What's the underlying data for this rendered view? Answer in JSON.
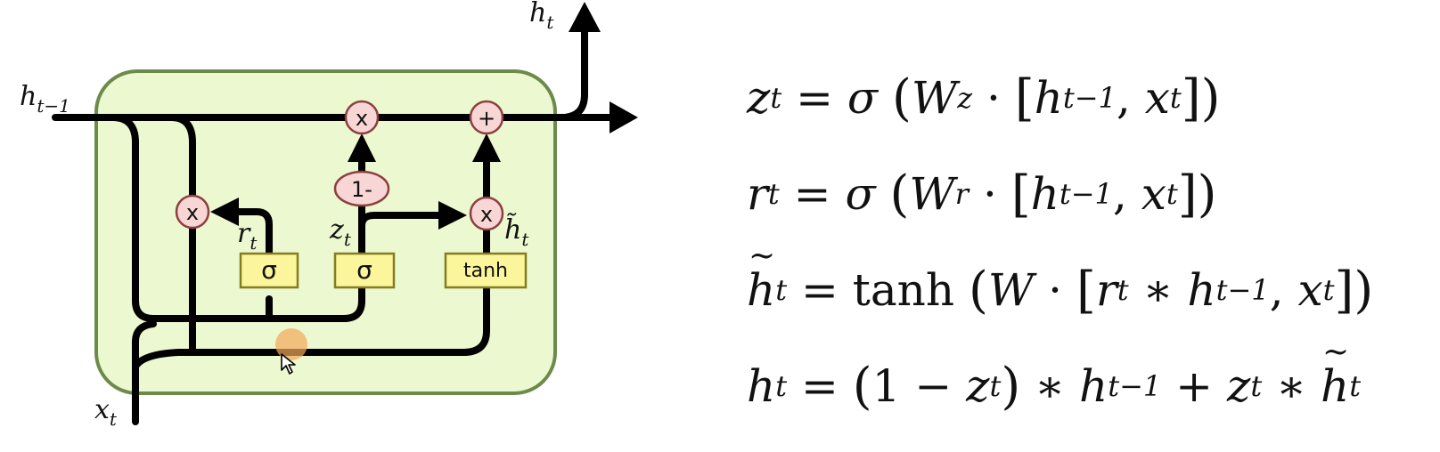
{
  "diagram": {
    "labels": {
      "h_prev": {
        "base": "h",
        "sub": "t−1"
      },
      "h_out": {
        "base": "h",
        "sub": "t"
      },
      "x_in": {
        "base": "x",
        "sub": "t"
      },
      "r": {
        "base": "r",
        "sub": "t"
      },
      "z": {
        "base": "z",
        "sub": "t"
      },
      "h_tilde": {
        "base": "h̃",
        "sub": "t"
      }
    },
    "gates": {
      "sigma_r": "σ",
      "sigma_z": "σ",
      "tanh": "tanh"
    },
    "ops": {
      "mult_reset": "x",
      "mult_top": "x",
      "plus_top": "+",
      "mult_cand": "x",
      "one_minus": "1-"
    },
    "colors": {
      "cell_fill": "#ecf8cf",
      "cell_border": "#6c8a4a",
      "gate_fill": "#fbf59b",
      "gate_border": "#847d20",
      "op_fill": "#f9d6d6",
      "op_border": "#8a4040",
      "line": "#000000",
      "cursor_highlight": "#f5a85a"
    }
  },
  "equations": {
    "z": {
      "lhs": "z",
      "lhs_sub": "t",
      "eq": "=",
      "fn": "σ",
      "lp": "(",
      "w": "W",
      "w_sub": "z",
      "dot": "·",
      "lb": "[",
      "h": "h",
      "h_sub": "t−1",
      "comma": ",",
      "x": "x",
      "x_sub": "t",
      "rb": "]",
      "rp": ")"
    },
    "r": {
      "lhs": "r",
      "lhs_sub": "t",
      "eq": "=",
      "fn": "σ",
      "lp": "(",
      "w": "W",
      "w_sub": "r",
      "dot": "·",
      "lb": "[",
      "h": "h",
      "h_sub": "t−1",
      "comma": ",",
      "x": "x",
      "x_sub": "t",
      "rb": "]",
      "rp": ")"
    },
    "htilde": {
      "lhs": "h",
      "lhs_sub": "t",
      "eq": "=",
      "fn": "tanh",
      "lp": "(",
      "w": "W",
      "dot": "·",
      "lb": "[",
      "r": "r",
      "r_sub": "t",
      "star": "∗",
      "h": "h",
      "h_sub": "t−1",
      "comma": ",",
      "x": "x",
      "x_sub": "t",
      "rb": "]",
      "rp": ")"
    },
    "h": {
      "lhs": "h",
      "lhs_sub": "t",
      "eq": "=",
      "lp": "(",
      "one": "1",
      "minus": "−",
      "z": "z",
      "z_sub": "t",
      "rp": ")",
      "star1": "∗",
      "h": "h",
      "h_sub": "t−1",
      "plus": "+",
      "z2": "z",
      "z2_sub": "t",
      "star2": "∗",
      "ht": "h",
      "ht_sub": "t"
    }
  }
}
